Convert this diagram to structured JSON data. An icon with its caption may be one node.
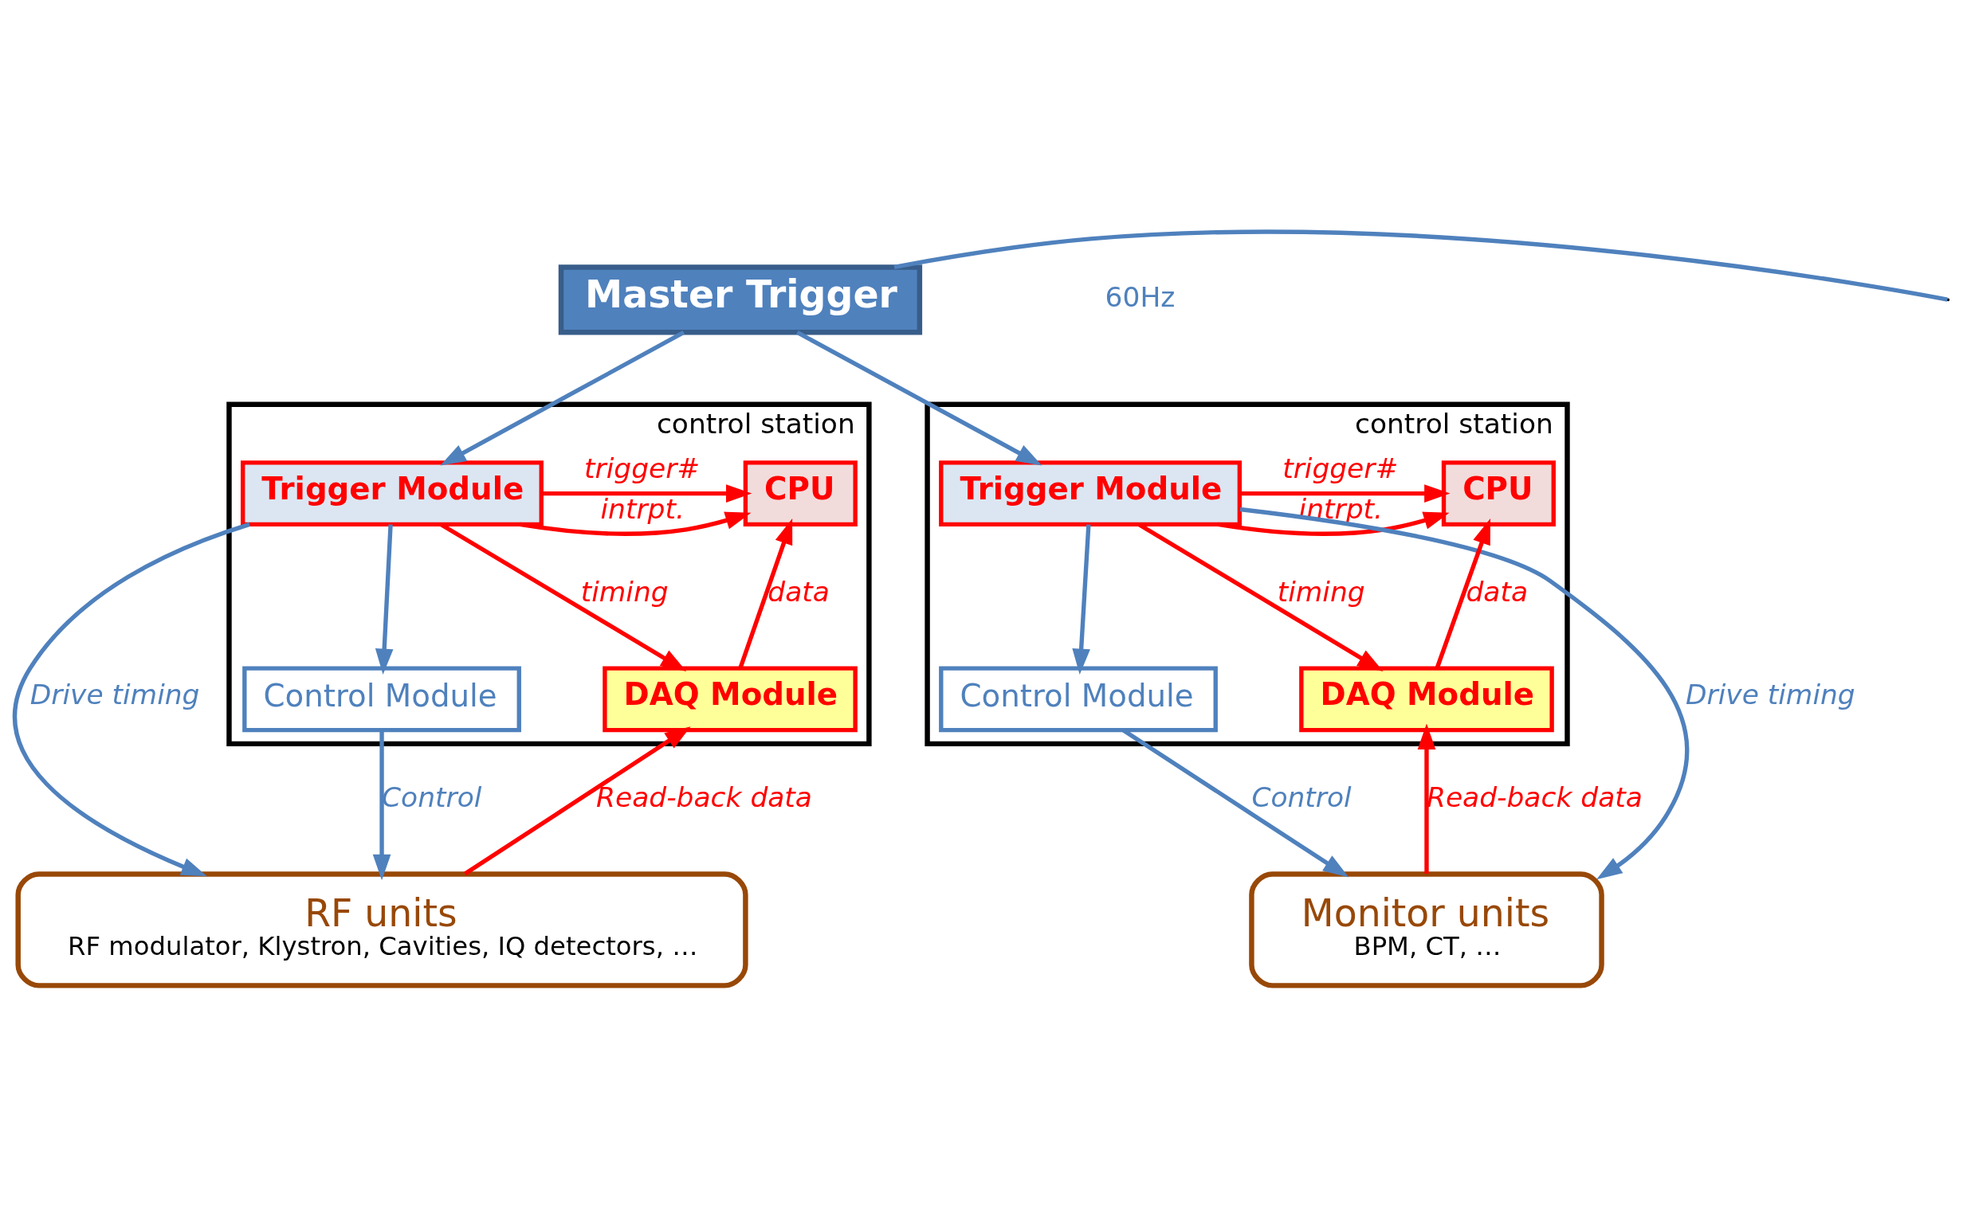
{
  "diagram": {
    "nodes": [
      {
        "text": [
          "Master Trigger"
        ]
      },
      {
        "text": [
          "control station"
        ]
      },
      {
        "text": [
          "Trigger Module"
        ],
        "in": 1
      },
      {
        "text": [
          "CPU"
        ],
        "in": 1
      },
      {
        "text": [
          "Control Module"
        ],
        "in": 1
      },
      {
        "text": [
          "DAQ Module"
        ],
        "in": 1
      },
      {
        "text": [
          "RF units",
          "RF modulator, Klystron, Cavities, IQ detectors, …"
        ]
      },
      {
        "text": [
          "control station"
        ]
      },
      {
        "text": [
          "Trigger Module"
        ],
        "in": 7
      },
      {
        "text": [
          "CPU"
        ],
        "in": 7
      },
      {
        "text": [
          "Control Module"
        ],
        "in": 7
      },
      {
        "text": [
          "DAQ Module"
        ],
        "in": 7
      },
      {
        "text": [
          "Monitor units",
          "BPM, CT, …"
        ]
      }
    ],
    "edges": [
      {
        "from": 0,
        "to": 2,
        "arrow": "to",
        "color": "#4f81bd"
      },
      {
        "from": 0,
        "to": 8,
        "arrow": "to",
        "color": "#4f81bd"
      },
      {
        "from": 0,
        "to": null,
        "arrow": "none",
        "color": "#4f81bd"
      },
      {
        "from": 2,
        "to": 3,
        "arrow": "to",
        "label": "trigger#"
      },
      {
        "from": 2,
        "to": 3,
        "arrow": "to",
        "label": "intrpt."
      },
      {
        "from": 2,
        "to": 5,
        "arrow": "to",
        "label": "timing"
      },
      {
        "from": 2,
        "to": 4,
        "arrow": "to",
        "color": "#4f81bd"
      },
      {
        "from": 5,
        "to": 3,
        "arrow": "to",
        "label": "data"
      },
      {
        "from": 2,
        "to": 6,
        "arrow": "to",
        "label": "Drive timing",
        "color": "#4f81bd"
      },
      {
        "from": 4,
        "to": 6,
        "arrow": "to",
        "label": "Control",
        "color": "#4f81bd"
      },
      {
        "from": 6,
        "to": 5,
        "arrow": "to",
        "label": "Read-back data"
      },
      {
        "from": 8,
        "to": 9,
        "arrow": "to",
        "label": "trigger#"
      },
      {
        "from": 8,
        "to": 9,
        "arrow": "to",
        "label": "intrpt."
      },
      {
        "from": 8,
        "to": 11,
        "arrow": "to",
        "label": "timing"
      },
      {
        "from": 8,
        "to": 10,
        "arrow": "to",
        "color": "#4f81bd"
      },
      {
        "from": 11,
        "to": 9,
        "arrow": "to",
        "label": "data"
      },
      {
        "from": 8,
        "to": 12,
        "arrow": "to",
        "label": "Drive timing",
        "color": "#4f81bd"
      },
      {
        "from": 10,
        "to": 12,
        "arrow": "to",
        "label": "Control",
        "color": "#4f81bd"
      },
      {
        "from": 12,
        "to": 11,
        "arrow": "to",
        "label": "Read-back data"
      }
    ],
    "labels": [
      "60Hz"
    ]
  }
}
